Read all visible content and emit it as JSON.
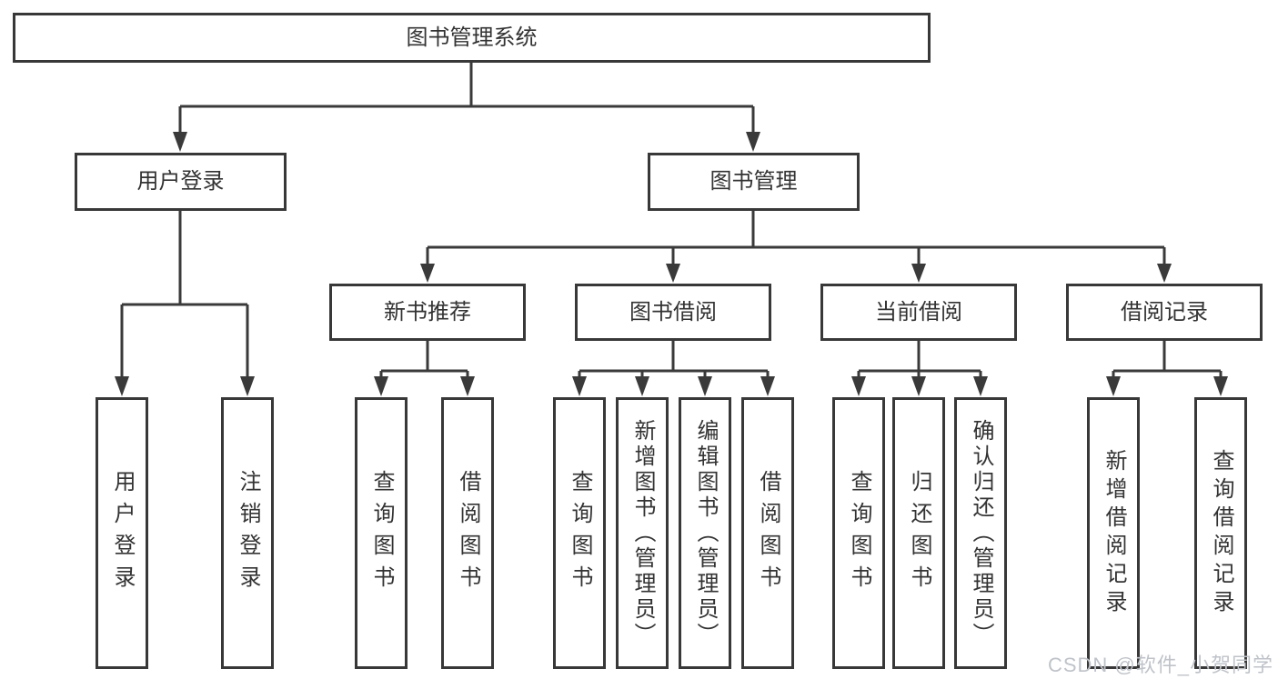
{
  "tree": {
    "root": {
      "label": "图书管理系统"
    },
    "login": {
      "label": "用户登录",
      "children": [
        {
          "label": "用户登录"
        },
        {
          "label": "注销登录"
        }
      ]
    },
    "management": {
      "label": "图书管理",
      "sections": [
        {
          "label": "新书推荐",
          "children": [
            {
              "label": "查询图书"
            },
            {
              "label": "借阅图书"
            }
          ]
        },
        {
          "label": "图书借阅",
          "children": [
            {
              "label": "查询图书"
            },
            {
              "label": "新增图书（管理员）"
            },
            {
              "label": "编辑图书（管理员）"
            },
            {
              "label": "借阅图书"
            }
          ]
        },
        {
          "label": "当前借阅",
          "children": [
            {
              "label": "查询图书"
            },
            {
              "label": "归还图书"
            },
            {
              "label": "确认归还（管理员）"
            }
          ]
        },
        {
          "label": "借阅记录",
          "children": [
            {
              "label": "新增借阅记录"
            },
            {
              "label": "查询借阅记录"
            }
          ]
        }
      ]
    }
  },
  "watermark": {
    "text": "CSDN @软件_小贺同学"
  },
  "colors": {
    "line": "#3a3a3a",
    "box_border": "#383838",
    "box_fill": "#ffffff",
    "text": "#333333",
    "background": "#ffffff",
    "watermark": "#bfc3c9"
  }
}
